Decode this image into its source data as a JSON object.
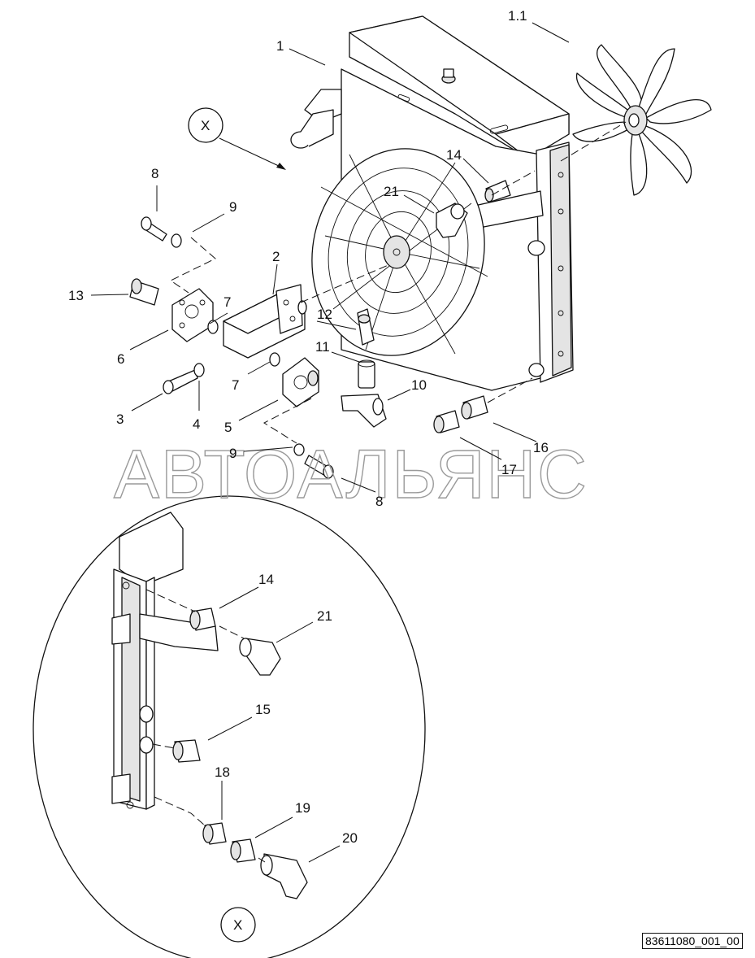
{
  "labels": {
    "p1": "1",
    "p1_1": "1.1",
    "p2": "2",
    "p3": "3",
    "p4": "4",
    "p5": "5",
    "p6": "6",
    "p7a": "7",
    "p7b": "7",
    "p8a": "8",
    "p8b": "8",
    "p9a": "9",
    "p9b": "9",
    "p10": "10",
    "p11": "11",
    "p12": "12",
    "p13": "13",
    "p14a": "14",
    "p14b": "14",
    "p15": "15",
    "p16": "16",
    "p17": "17",
    "p18": "18",
    "p19": "19",
    "p20": "20",
    "p21a": "21",
    "p21b": "21",
    "viewX_top": "X",
    "viewX_bottom": "X"
  },
  "watermark": "АВТОАЛЬЯНС",
  "document_id": "83611080_001_00"
}
